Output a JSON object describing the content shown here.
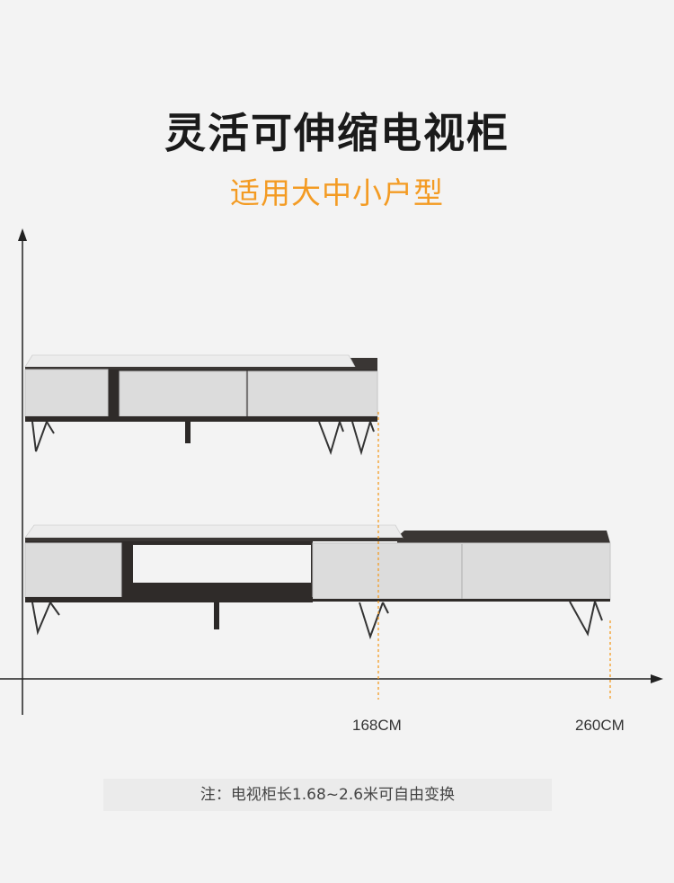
{
  "header": {
    "title": "灵活可伸缩电视柜",
    "subtitle": "适用大中小户型"
  },
  "dimensions": {
    "short_label": "168CM",
    "long_label": "260CM"
  },
  "note": "注：电视柜长1.68~2.6米可自由变换",
  "colors": {
    "accent": "#f39b23",
    "title": "#1a1a1a",
    "cabinet_white": "#dcdcdc",
    "cabinet_dark": "#3a3634",
    "background": "#f3f3f3"
  }
}
